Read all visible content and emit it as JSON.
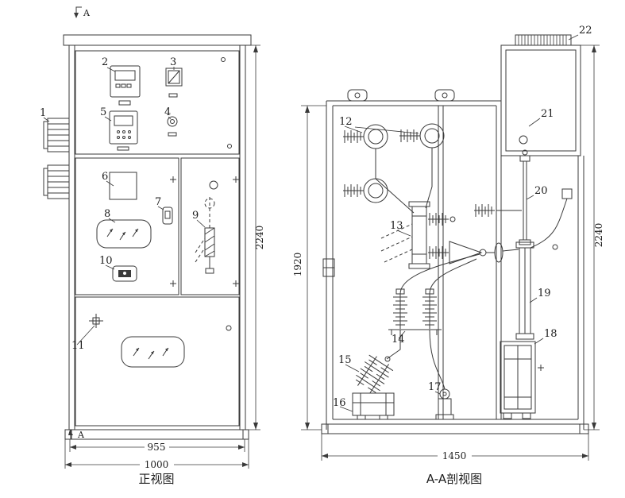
{
  "drawing": {
    "front_view": {
      "title": "正视图"
    },
    "section_view": {
      "title": "A-A剖视图"
    },
    "section_marker": "A",
    "part_labels": {
      "p1": "1",
      "p2": "2",
      "p3": "3",
      "p4": "4",
      "p5": "5",
      "p6": "6",
      "p7": "7",
      "p8": "8",
      "p9": "9",
      "p10": "10",
      "p11": "11",
      "p12": "12",
      "p13": "13",
      "p14": "14",
      "p15": "15",
      "p16": "16",
      "p17": "17",
      "p18": "18",
      "p19": "19",
      "p20": "20",
      "p21": "21",
      "p22": "22"
    },
    "dimensions": {
      "front_height": "2240",
      "front_inner_width": "955",
      "front_outer_width": "1000",
      "section_inner_height": "1920",
      "section_total_height": "2240",
      "section_width": "1450"
    }
  }
}
